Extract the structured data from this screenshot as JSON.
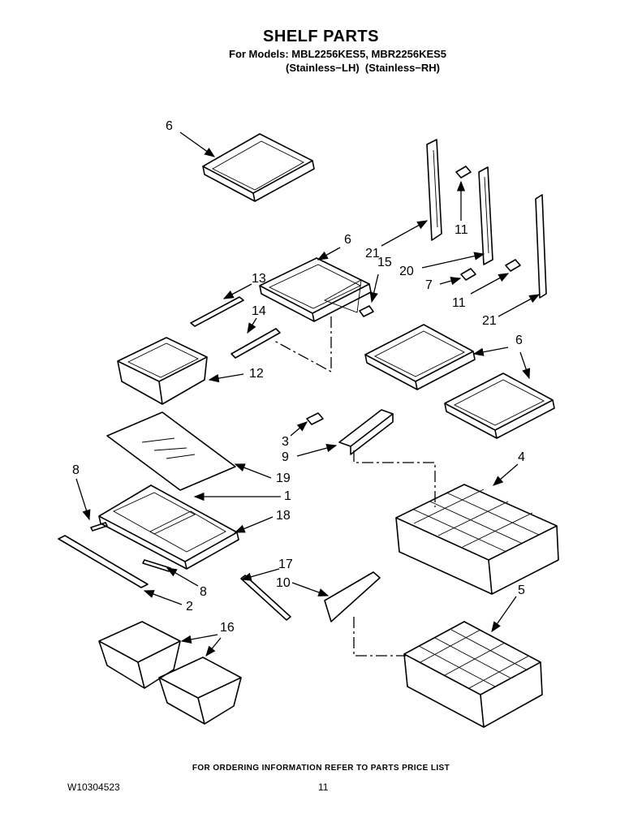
{
  "header": {
    "title": "SHELF PARTS",
    "models_line": "For Models: MBL2256KES5, MBR2256KES5",
    "variants_line": "(Stainless−LH)  (Stainless−RH)"
  },
  "callouts": [
    "6",
    "6",
    "13",
    "14",
    "15",
    "12",
    "21",
    "11",
    "20",
    "7",
    "11",
    "21",
    "6",
    "3",
    "9",
    "19",
    "1",
    "18",
    "8",
    "8",
    "2",
    "17",
    "10",
    "4",
    "5",
    "16"
  ],
  "footer": {
    "notice": "FOR ORDERING INFORMATION REFER TO PARTS PRICE LIST",
    "document_number": "W10304523",
    "page_number": "11"
  }
}
